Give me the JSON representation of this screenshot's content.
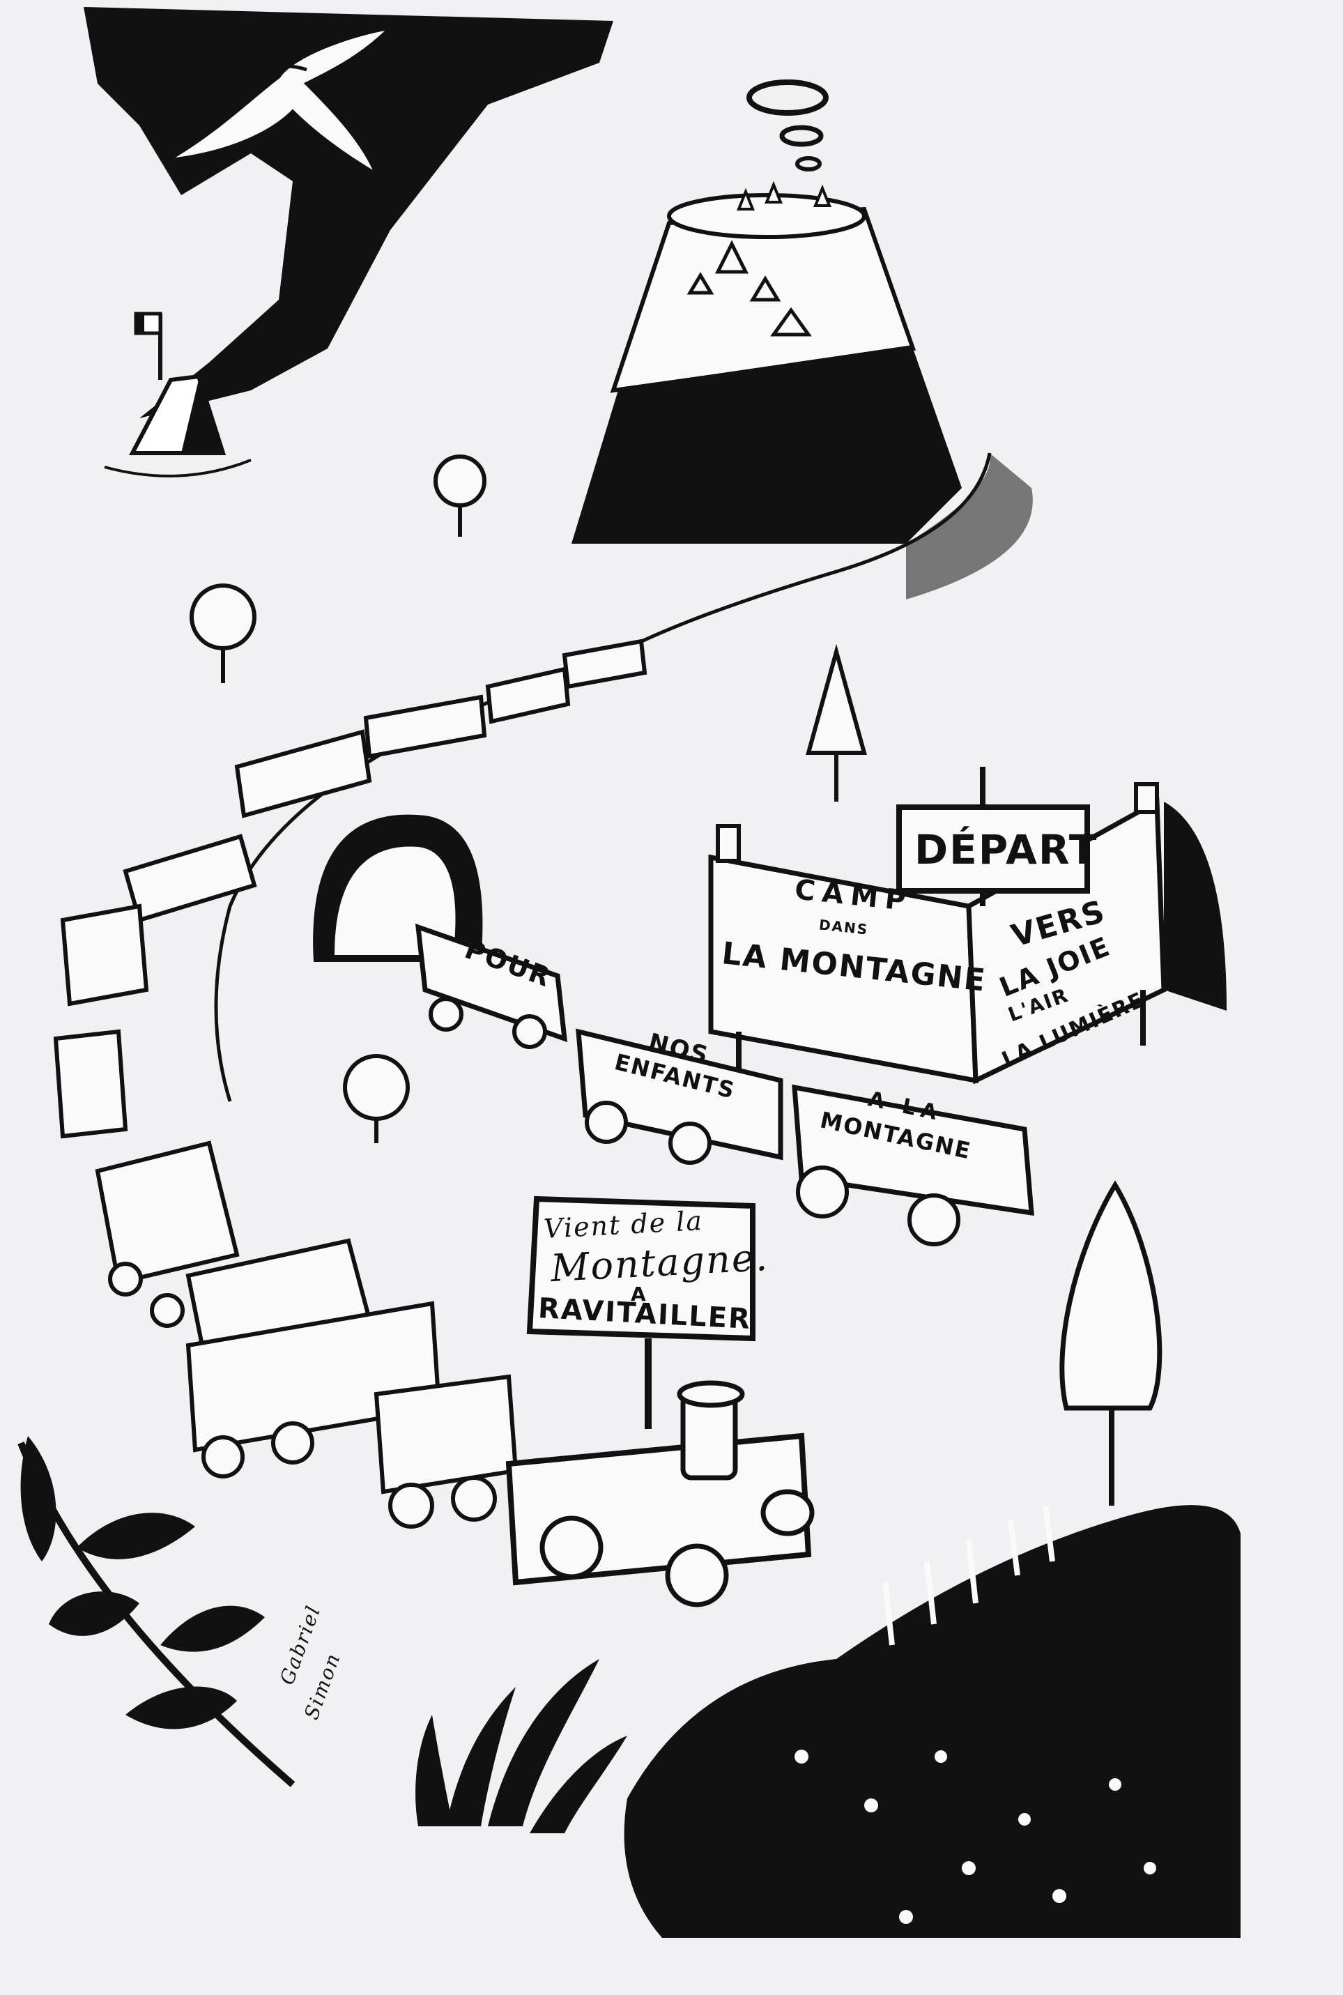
{
  "signs": {
    "depart": "DÉPART",
    "camp_line1": "CAMP",
    "camp_line2": "DANS",
    "camp_line3": "LA MONTAGNE",
    "vers_line1": "VERS",
    "vers_line2": "LA JOIE",
    "vers_line3": "L'AIR",
    "vers_line4": "LA LUMIÈRE",
    "ravit_line1": "Vient de la",
    "ravit_line2": "Montagne.",
    "ravit_line3": "A",
    "ravit_line4": "RAVITAILLER"
  },
  "wagons": {
    "pour": "POUR",
    "nos": "NOS",
    "enfants": "ENFANTS",
    "ala": "A LA",
    "montagne": "MONTAGNE"
  },
  "signature": {
    "first": "Gabriel",
    "last": "Simon"
  },
  "colors": {
    "ink": "#111111",
    "paper": "#f1f1f3"
  }
}
